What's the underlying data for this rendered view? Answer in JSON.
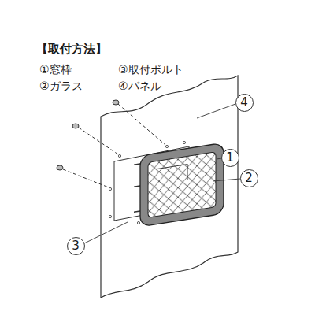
{
  "diagram": {
    "title": "【取付方法】",
    "nodes": [
      {
        "text": [
          "4"
        ]
      },
      {
        "text": [
          "1"
        ]
      },
      {
        "text": [
          "2"
        ]
      },
      {
        "text": [
          "3"
        ]
      }
    ],
    "labels": [
      "①窓枠",
      "③取付ボルト",
      "②ガラス",
      "④パネル"
    ]
  }
}
